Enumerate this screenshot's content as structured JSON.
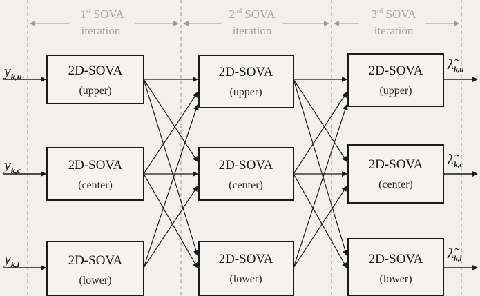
{
  "iterations": [
    {
      "ordinal": "1",
      "suffix": "st",
      "word": "SOVA",
      "line2": "iteration"
    },
    {
      "ordinal": "2",
      "suffix": "nd",
      "word": "SOVA",
      "line2": "iteration"
    },
    {
      "ordinal": "3",
      "suffix": "rd",
      "word": "SOVA",
      "line2": "iteration"
    }
  ],
  "decoder": {
    "name": "2D-SOVA",
    "roles": [
      "(upper)",
      "(center)",
      "(lower)"
    ]
  },
  "inputs": [
    {
      "symbol": "y",
      "subscript": "k,u"
    },
    {
      "symbol": "y",
      "subscript": "k,c"
    },
    {
      "symbol": "y",
      "subscript": "k,l"
    }
  ],
  "outputs": [
    {
      "symbol": "λ̃",
      "subscript": "k,u"
    },
    {
      "symbol": "λ̃",
      "subscript": "k,c"
    },
    {
      "symbol": "λ̃",
      "subscript": "k,l"
    }
  ],
  "colors": {
    "line": "#1a1a1a",
    "dashed": "#9a9a9a",
    "box_fill": "#f4f3f1"
  }
}
